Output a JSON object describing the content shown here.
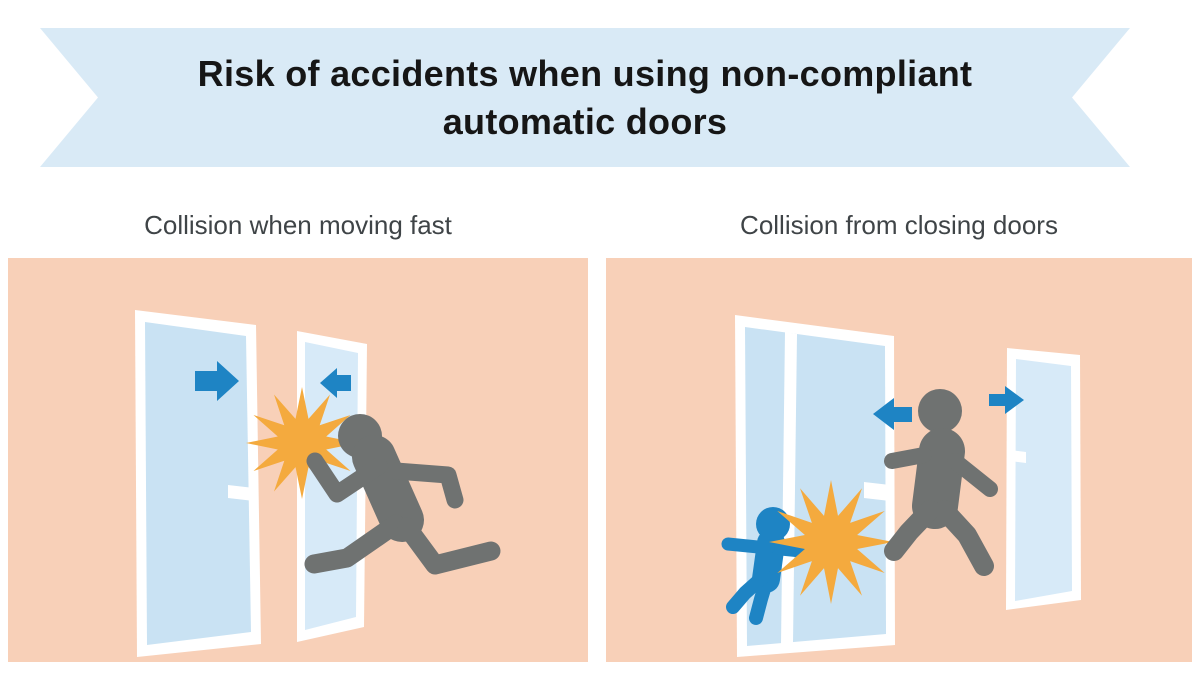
{
  "banner": {
    "title_line1": "Risk of accidents when using non-compliant",
    "title_line2": "automatic doors"
  },
  "sections": {
    "left": {
      "caption": "Collision when moving fast"
    },
    "right": {
      "caption": "Collision from closing doors"
    }
  },
  "icons": {
    "arrow_right": "solid-right-arrow",
    "arrow_left": "solid-left-arrow",
    "collision": "orange-12-point-starburst",
    "runner": "gray-running-person-pictogram",
    "walker": "gray-walking-person-pictogram",
    "child": "blue-child-pictogram",
    "door": "sliding-glass-door"
  },
  "colors": {
    "banner_bg": "#D9EAF6",
    "banner_text": "#161616",
    "caption_text": "#3F4447",
    "panel_bg": "#F8D0B8",
    "door_frame": "#FFFFFF",
    "glass_dark": "#C9E2F3",
    "glass_light": "#D7EAF8",
    "arrow_blue": "#1E84C4",
    "figure_gray": "#6F7271",
    "child_blue": "#1E84C4",
    "starburst_orange": "#F4AA3E"
  }
}
